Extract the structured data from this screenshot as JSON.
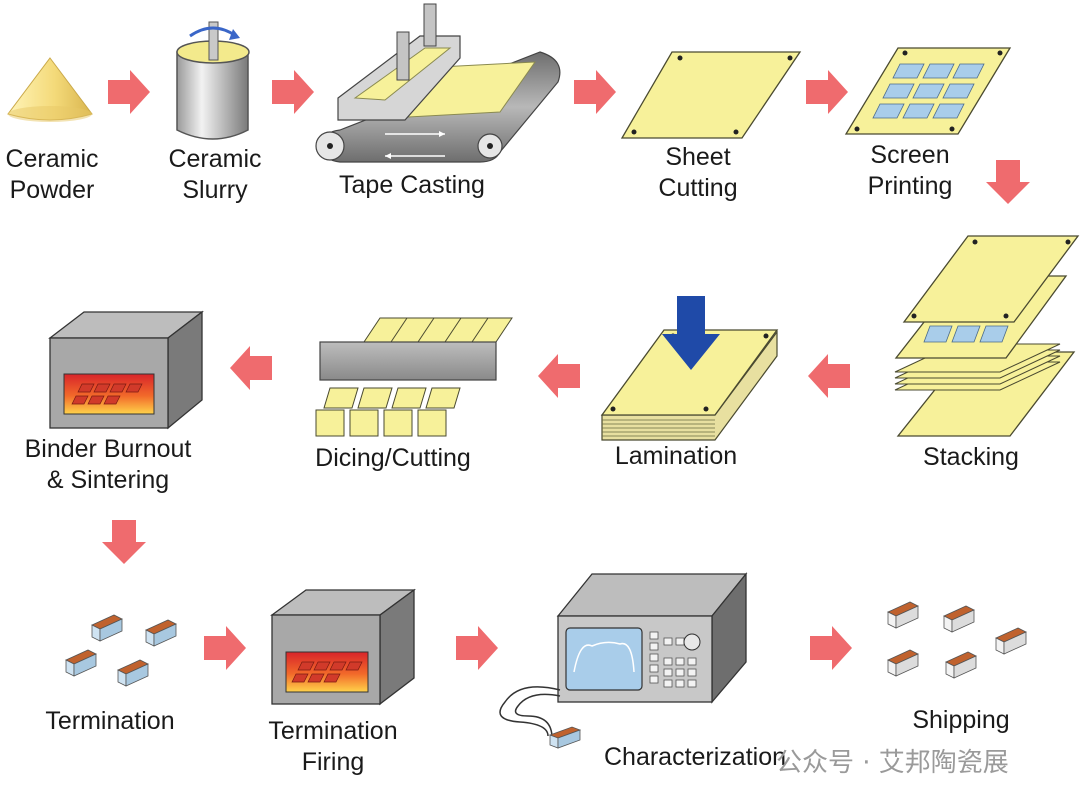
{
  "steps": {
    "powder": {
      "line1": "Ceramic",
      "line2": "Powder"
    },
    "slurry": {
      "line1": "Ceramic",
      "line2": "Slurry"
    },
    "tape_casting": {
      "label": "Tape Casting"
    },
    "sheet_cutting": {
      "line1": "Sheet",
      "line2": "Cutting"
    },
    "screen_printing": {
      "line1": "Screen",
      "line2": "Printing"
    },
    "stacking": {
      "label": "Stacking"
    },
    "lamination": {
      "label": "Lamination"
    },
    "dicing": {
      "label": "Dicing/Cutting"
    },
    "sintering": {
      "line1": "Binder Burnout",
      "line2": "& Sintering"
    },
    "termination": {
      "label": "Termination"
    },
    "termination_firing": {
      "line1": "Termination",
      "line2": "Firing"
    },
    "characterization": {
      "label": "Characterization"
    },
    "shipping": {
      "label": "Shipping"
    }
  },
  "watermark": {
    "text": "公众号 · 艾邦陶瓷展"
  },
  "colors": {
    "arrow": "#ef6b6e",
    "sheet": "#f7f19a",
    "sheet_edge": "#4a4a30",
    "electrode": "#a9cdea",
    "press_arrow": "#1f4aa8",
    "chip_termination": "#c0622e",
    "chip_body": "#cfe3f2",
    "furnace_grey": "#8f8f8f"
  }
}
